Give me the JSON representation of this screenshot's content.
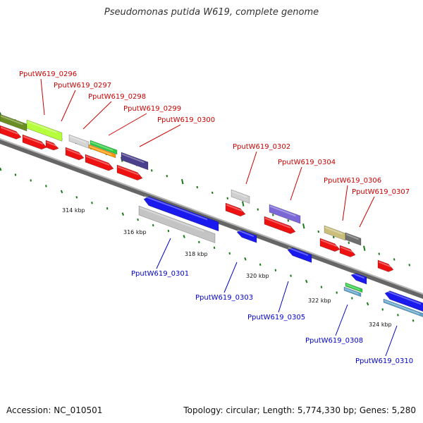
{
  "title": "Pseudomonas putida W619, complete genome",
  "footer": {
    "accession": "Accession: NC_010501",
    "summary": "Topology: circular; Length: 5,774,330 bp; Genes: 5,280"
  },
  "colors": {
    "forward_label": "#cc0000",
    "reverse_label": "#0000cc",
    "backbone": "#808080",
    "ticks": "#1a7a1a",
    "cds": "#ee1111",
    "reverse_gene": "#1a1aee"
  },
  "scale_ticks": [
    {
      "label": "314 kbp"
    },
    {
      "label": "316 kbp"
    },
    {
      "label": "318 kbp"
    },
    {
      "label": "320 kbp"
    },
    {
      "label": "322 kbp"
    },
    {
      "label": "324 kbp"
    }
  ],
  "forward_labels": [
    "PputW619_0296",
    "PputW619_0297",
    "PputW619_0298",
    "PputW619_0299",
    "PputW619_0300",
    "PputW619_0302",
    "PputW619_0304",
    "PputW619_0306",
    "PputW619_0307"
  ],
  "reverse_labels": [
    "PputW619_0301",
    "PputW619_0303",
    "PputW619_0305",
    "PputW619_0308",
    "PputW619_0310"
  ]
}
